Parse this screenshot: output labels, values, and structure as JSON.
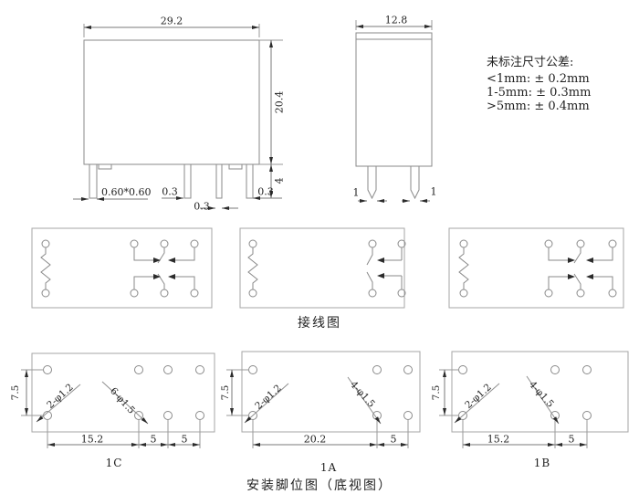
{
  "colors": {
    "background": "#ffffff",
    "line": "#8a8a8a",
    "dimension_line": "#7a7a7a",
    "arrow": "#2b2b2b",
    "text": "#1f1f1f"
  },
  "front_view": {
    "width_dim": "29.2",
    "height_dim": "20.4",
    "pin_length_dim": "4",
    "pin1_dim": "0.60*0.60",
    "pin2_dim": "0.3",
    "pin3_dim": "0.3",
    "pin4_dim": "0.3"
  },
  "side_view": {
    "width_dim": "12.8",
    "pin_left_dim": "1",
    "pin_right_dim": "1"
  },
  "tolerance_note": {
    "title": "未标注尺寸公差:",
    "line1": "<1mm: ± 0.2mm",
    "line2": "1-5mm: ± 0.3mm",
    "line3": ">5mm: ± 0.4mm"
  },
  "wiring_section": {
    "caption": "接线图"
  },
  "footprint_section": {
    "caption": "安装脚位图（底视图）",
    "footprints": [
      {
        "label": "1C",
        "height_dim": "7.5",
        "coil_holes_label": "2-φ1.2",
        "contact_holes_label": "6-φ1.5",
        "dim1": "15.2",
        "dim2": "5",
        "dim3": "5"
      },
      {
        "label": "1A",
        "height_dim": "7.5",
        "coil_holes_label": "2-φ1.2",
        "contact_holes_label": "4-φ1.5",
        "dim1": "20.2",
        "dim2": "5"
      },
      {
        "label": "1B",
        "height_dim": "7.5",
        "coil_holes_label": "2-φ1.2",
        "contact_holes_label": "4-φ1.5",
        "dim1": "15.2",
        "dim2": "5"
      }
    ]
  }
}
